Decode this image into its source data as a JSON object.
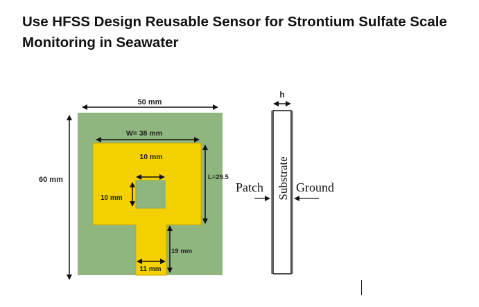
{
  "title": "Use HFSS Design Reusable Sensor for Strontium Sulfate Scale Monitoring in Seawater",
  "colors": {
    "substrate_green": "#8fb67e",
    "patch_yellow": "#f5d000",
    "patch_border": "#c9a800",
    "dimension_black": "#111111"
  },
  "diagram": {
    "width_total": "50 mm",
    "height_total": "60 mm",
    "patch_width": "W= 38 mm",
    "slot_width": "10 mm",
    "slot_height": "10 mm",
    "patch_length": "L=29.5",
    "feed_length": "19 mm",
    "feed_width": "11 mm",
    "side_thickness": "h",
    "side_substrate": "Substrate",
    "side_patch": "Patch",
    "side_ground": "Ground"
  }
}
